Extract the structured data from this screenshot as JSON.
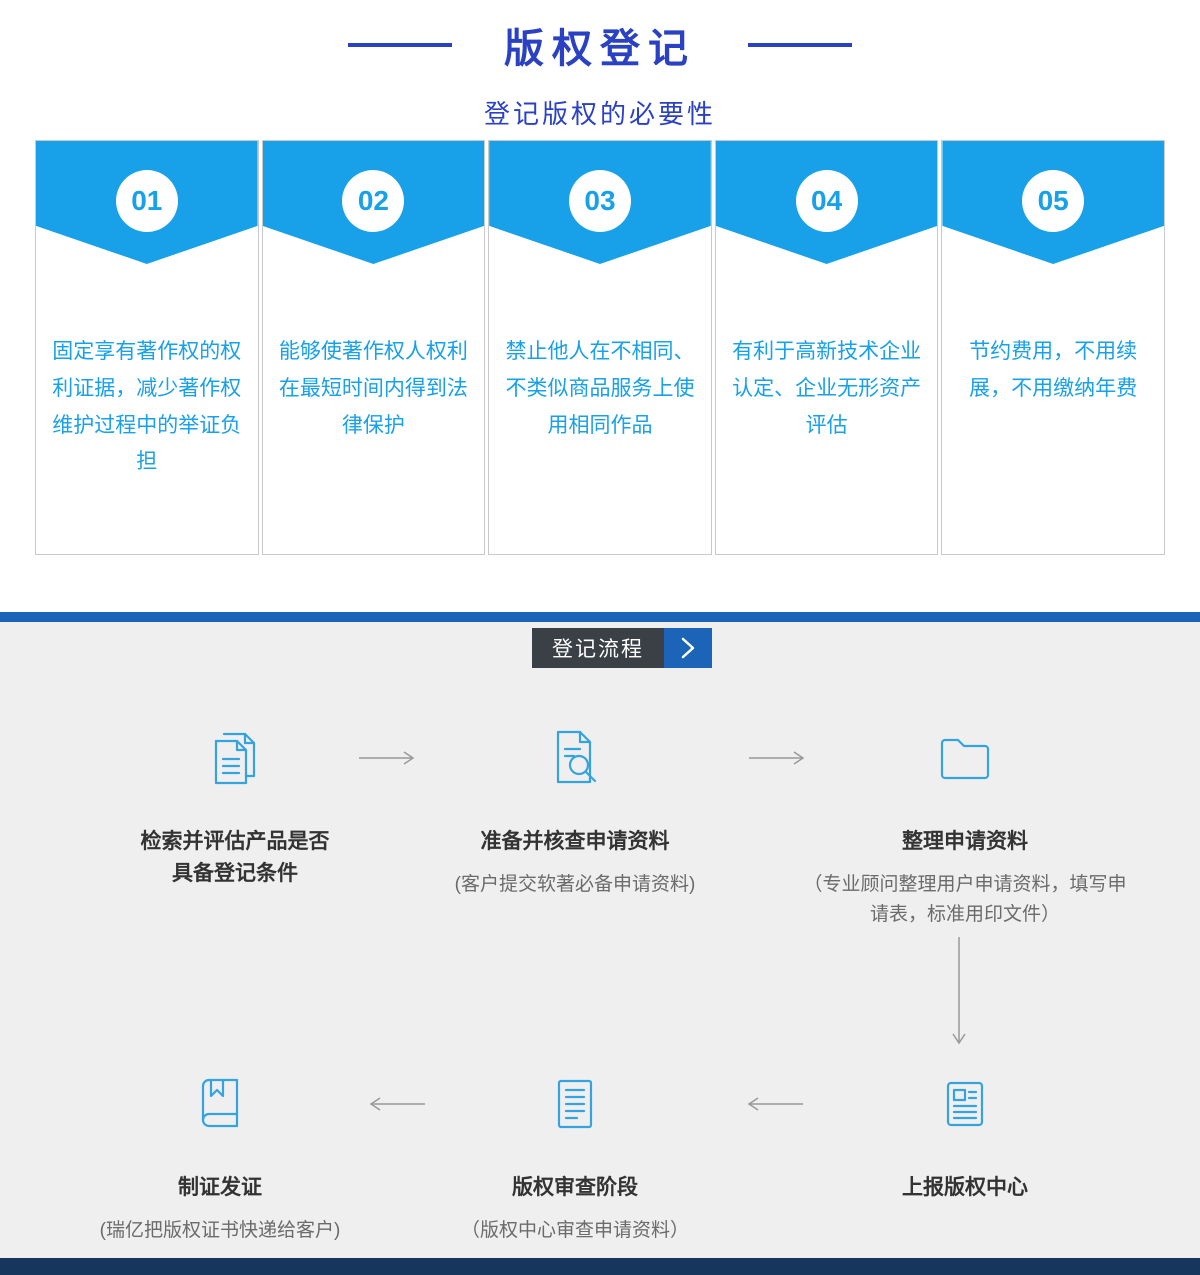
{
  "header": {
    "title": "版权登记",
    "subtitle": "登记版权的必要性"
  },
  "benefits": [
    {
      "number": "01",
      "text": "固定享有著作权的权利证据，减少著作权维护过程中的举证负担"
    },
    {
      "number": "02",
      "text": "能够使著作权人权利在最短时间内得到法律保护"
    },
    {
      "number": "03",
      "text": "禁止他人在不相同、不类似商品服务上使用相同作品"
    },
    {
      "number": "04",
      "text": "有利于高新技术企业认定、企业无形资产评估"
    },
    {
      "number": "05",
      "text": "节约费用，不用续展，不用缴纳年费"
    }
  ],
  "process": {
    "tab_label": "登记流程",
    "steps": [
      {
        "title": "检索并评估产品是否具备登记条件",
        "subtitle": "",
        "icon": "documents-icon"
      },
      {
        "title": "准备并核查申请资料",
        "subtitle": "(客户提交软著必备申请资料)",
        "icon": "document-search-icon"
      },
      {
        "title": "整理申请资料",
        "subtitle": "（专业顾问整理用户申请资料，填写申请表，标准用印文件）",
        "icon": "folder-icon"
      },
      {
        "title": "上报版权中心",
        "subtitle": "",
        "icon": "newspaper-icon"
      },
      {
        "title": "版权审查阶段",
        "subtitle": "（版权中心审查申请资料）",
        "icon": "article-icon"
      },
      {
        "title": "制证发证",
        "subtitle": "(瑞亿把版权证书快递给客户)",
        "icon": "book-icon"
      }
    ]
  },
  "colors": {
    "title_blue": "#2a41c4",
    "card_blue": "#18a0e8",
    "process_bar_blue": "#1b64b8",
    "tab_dark": "#3b4046",
    "icon_blue": "#35a3dd",
    "arrow_gray": "#999999",
    "flow_background": "#efefef",
    "footer_navy": "#17365e"
  }
}
